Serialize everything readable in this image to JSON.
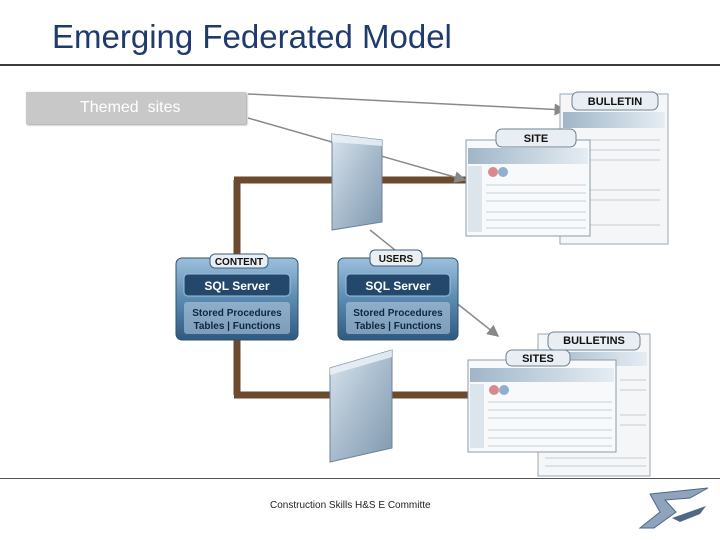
{
  "title": "Emerging Federated Model",
  "themed_label": "Themed  sites",
  "footer": "Construction Skills  H&S E Committe",
  "databases": [
    {
      "header": "CONTENT",
      "server": "SQL Server",
      "line1": "Stored Procedures",
      "line2": "Tables  |  Functions"
    },
    {
      "header": "USERS",
      "server": "SQL Server",
      "line1": "Stored Procedures",
      "line2": "Tables  |  Functions"
    }
  ],
  "top_pages": {
    "front": "SITE",
    "back": "BULLETIN"
  },
  "bottom_pages": {
    "front": "SITES",
    "back": "BULLETINS"
  },
  "colors": {
    "title": "#1f3b6e",
    "pipe": "#6b4a2e",
    "db_blue": "#5a88ae"
  },
  "logo_icon": "sc-logo-icon"
}
